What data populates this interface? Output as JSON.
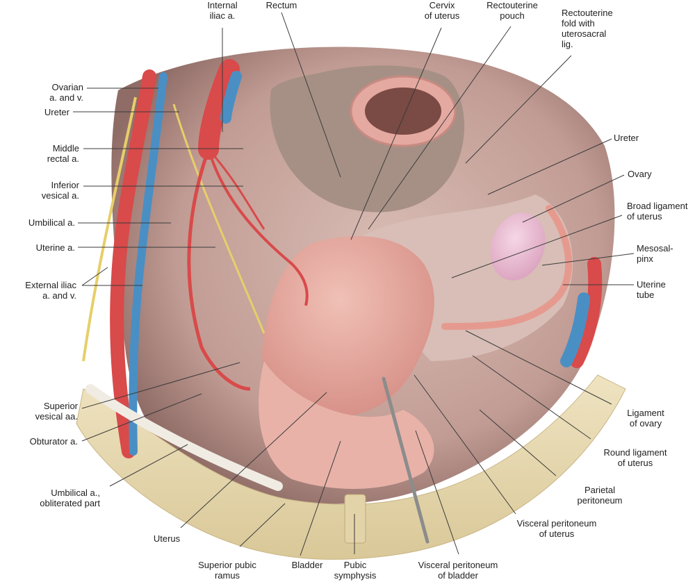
{
  "labels": {
    "internal_iliac": "Internal\niliac a.",
    "rectum": "Rectum",
    "cervix": "Cervix\nof uterus",
    "rectouterine_pouch": "Rectouterine\npouch",
    "rectouterine_fold": "Rectouterine\nfold with\nuterosacral\nlig.",
    "ovarian": "Ovarian\na. and v.",
    "ureter_left": "Ureter",
    "middle_rectal": "Middle\nrectal a.",
    "inferior_vesical": "Inferior\nvesical a.",
    "umbilical": "Umbilical a.",
    "uterine_a": "Uterine a.",
    "external_iliac": "External iliac\na. and v.",
    "superior_vesical": "Superior\nvesical aa.",
    "obturator": "Obturator a.",
    "umbilical_obliterated": "Umbilical a.,\nobliterated part",
    "uterus": "Uterus",
    "superior_pubic_ramus": "Superior pubic\nramus",
    "bladder": "Bladder",
    "pubic_symphysis": "Pubic\nsymphysis",
    "visceral_peritoneum_bladder": "Visceral peritoneum\nof bladder",
    "visceral_peritoneum_uterus": "Visceral peritoneum\nof uterus",
    "parietal_peritoneum": "Parietal\nperitoneum",
    "round_ligament": "Round ligament\nof uterus",
    "ligament_ovary": "Ligament\nof ovary",
    "uterine_tube": "Uterine\ntube",
    "mesosalpinx": "Mesosal-\npinx",
    "broad_ligament": "Broad ligament\nof uterus",
    "ovary": "Ovary",
    "ureter_right": "Ureter"
  },
  "colors": {
    "artery": "#d94a4a",
    "vein": "#4a8fc4",
    "nerve": "#e6cf6a",
    "bone": "#e9dcb4",
    "peritoneum": "#cfa9a4",
    "muscle": "#dd9a8e",
    "cavity": "#7a5a52"
  }
}
